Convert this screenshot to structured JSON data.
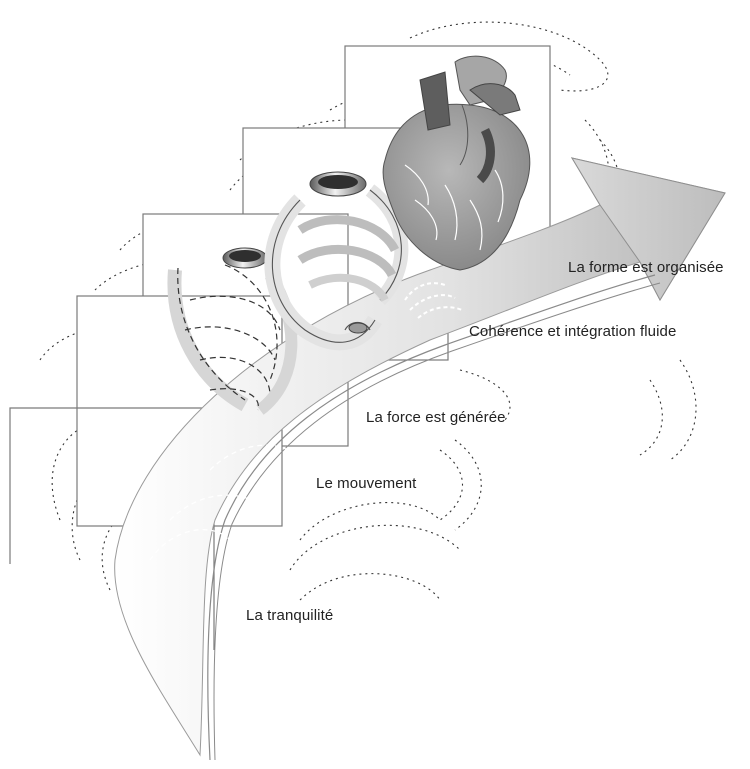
{
  "stages": [
    {
      "id": 1,
      "label": "La tranquilité"
    },
    {
      "id": 2,
      "label": "Le mouvement"
    },
    {
      "id": 3,
      "label": "La force est générée"
    },
    {
      "id": 4,
      "label": "Cohérence et intégration fluide"
    },
    {
      "id": 5,
      "label": "La forme est organisée"
    }
  ],
  "colors": {
    "frame": "#7a7a7a",
    "dotted": "#333333",
    "band_light": "#f4f4f4",
    "band_dark": "#b9b9b9",
    "arrow": "#cfcfcf",
    "heart": "#9a9a9a",
    "heart_dark": "#5e5e5e",
    "text": "#222222"
  },
  "icons": {
    "heart": "heart-icon",
    "tube_small": "heart-tube-icon",
    "tube_medium": "heart-loop-icon",
    "arrow": "progression-arrow-icon"
  }
}
